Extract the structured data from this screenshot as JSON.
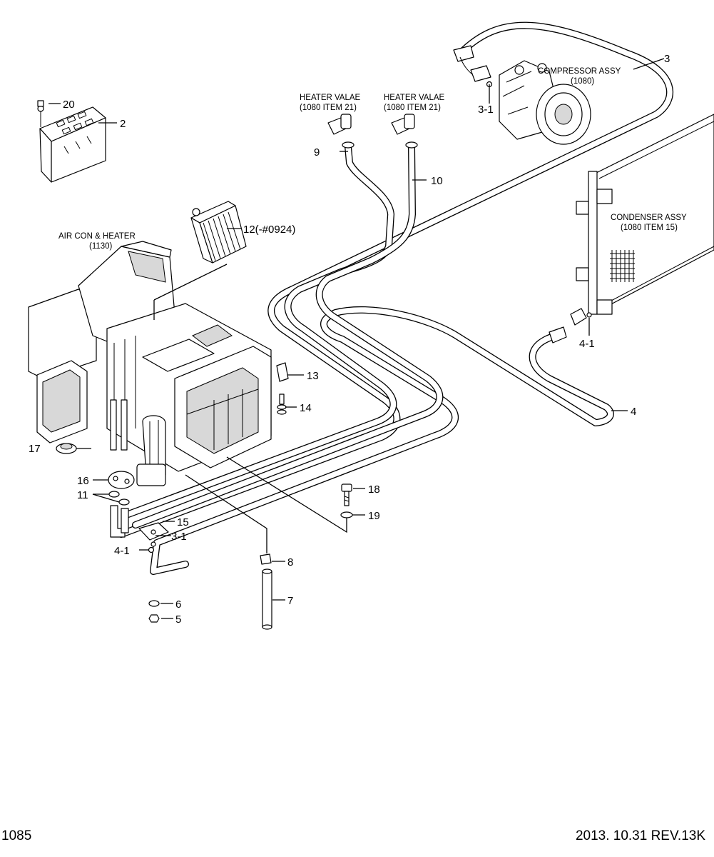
{
  "labels": {
    "compressor": {
      "title": "COMPRESSOR ASSY",
      "ref": "(1080)"
    },
    "condenser": {
      "title": "CONDENSER ASSY",
      "ref": "(1080 ITEM 15)"
    },
    "heater_valve_1": {
      "title": "HEATER VALAE",
      "ref": "(1080 ITEM 21)"
    },
    "heater_valve_2": {
      "title": "HEATER VALAE",
      "ref": "(1080 ITEM 21)"
    },
    "aircon": {
      "title": "AIR CON & HEATER",
      "ref": "(1130)"
    }
  },
  "callouts": {
    "c2": "2",
    "c3": "3",
    "c3_1_top": "3-1",
    "c4": "4",
    "c4_1_right": "4-1",
    "c5": "5",
    "c6": "6",
    "c7": "7",
    "c8": "8",
    "c9": "9",
    "c10": "10",
    "c11": "11",
    "c12": "12(-#0924)",
    "c13": "13",
    "c14": "14",
    "c15": "15",
    "c3_1_bottom": "3-1",
    "c4_1_left": "4-1",
    "c16": "16",
    "c17": "17",
    "c18": "18",
    "c19": "19",
    "c20": "20"
  },
  "footer": {
    "page_number": "1085",
    "date_revision": "2013. 10.31  REV.13K"
  }
}
